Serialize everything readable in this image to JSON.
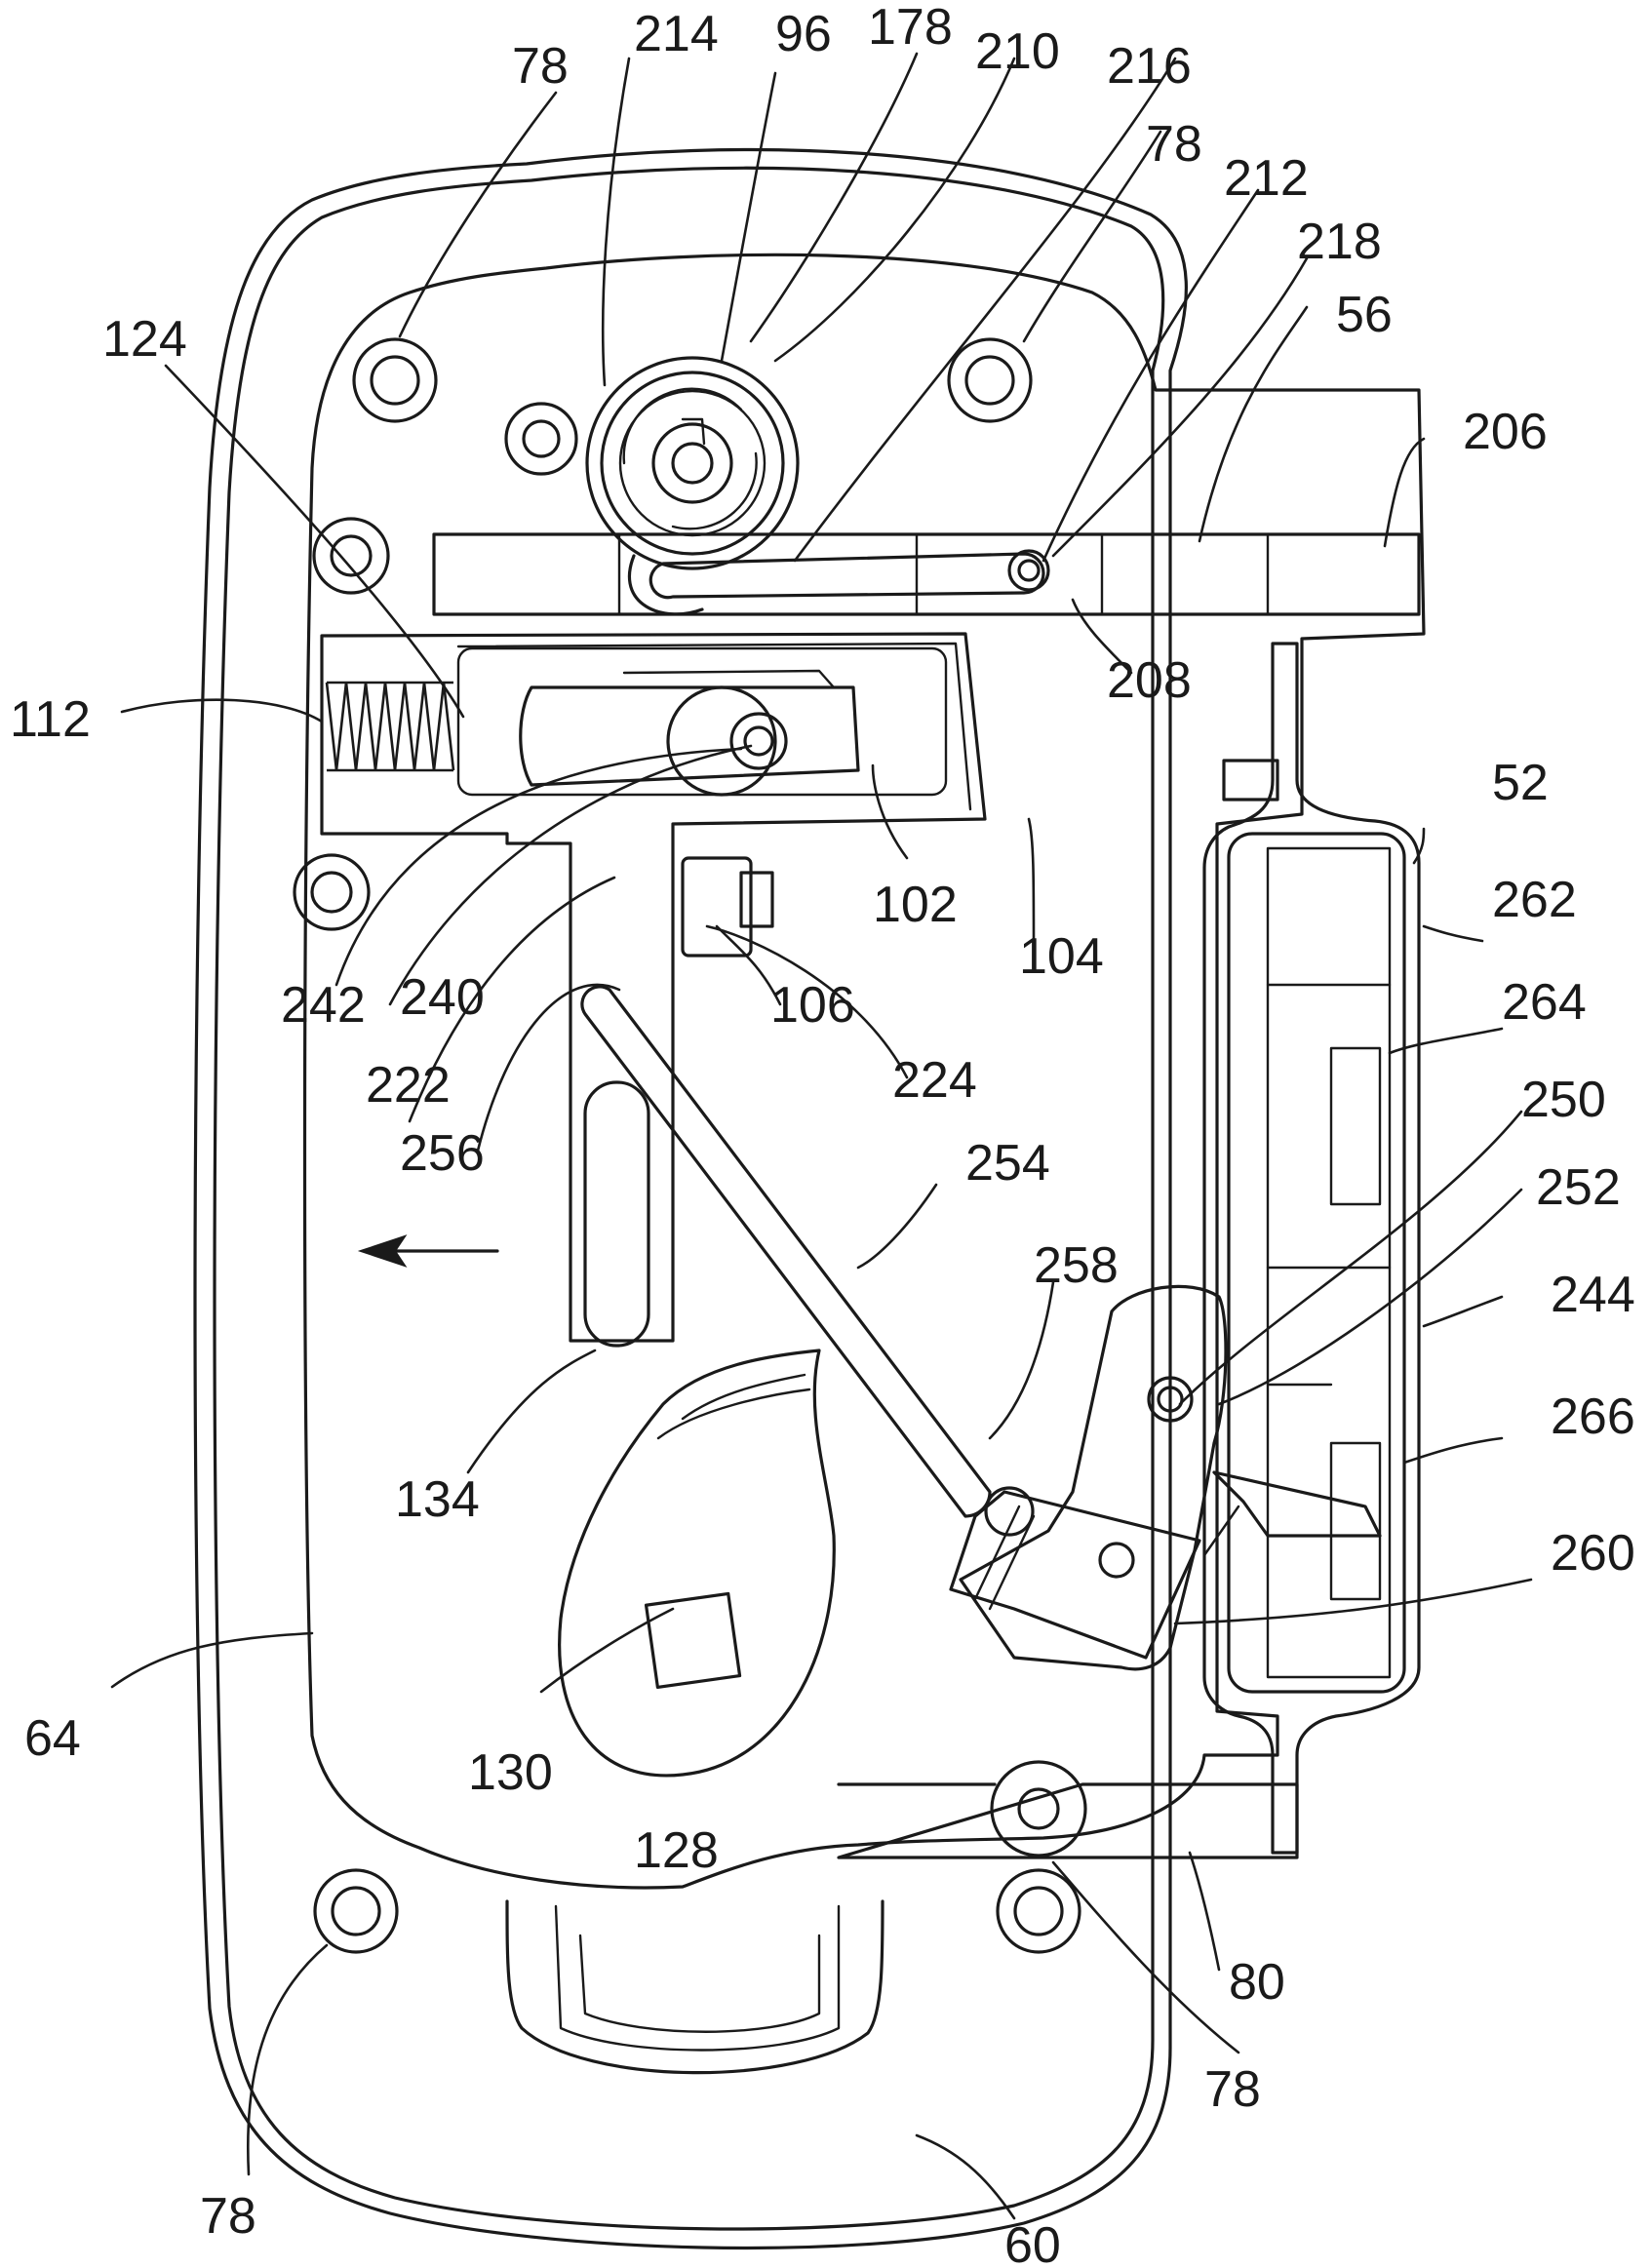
{
  "figure": {
    "labels": {
      "l78_tl": "78",
      "l214": "214",
      "l96": "96",
      "l178": "178",
      "l210": "210",
      "l216": "216",
      "l78_tr": "78",
      "l212": "212",
      "l218": "218",
      "l56": "56",
      "l206": "206",
      "l124": "124",
      "l208": "208",
      "l112": "112",
      "l52": "52",
      "l102": "102",
      "l104": "104",
      "l262": "262",
      "l242": "242",
      "l240": "240",
      "l106": "106",
      "l264": "264",
      "l222": "222",
      "l224": "224",
      "l250": "250",
      "l256": "256",
      "l254": "254",
      "l252": "252",
      "l258": "258",
      "l244": "244",
      "l266": "266",
      "l134": "134",
      "l260": "260",
      "l64": "64",
      "l130": "130",
      "l128": "128",
      "l80": "80",
      "l78_br": "78",
      "l78_bl": "78",
      "l60": "60"
    }
  }
}
